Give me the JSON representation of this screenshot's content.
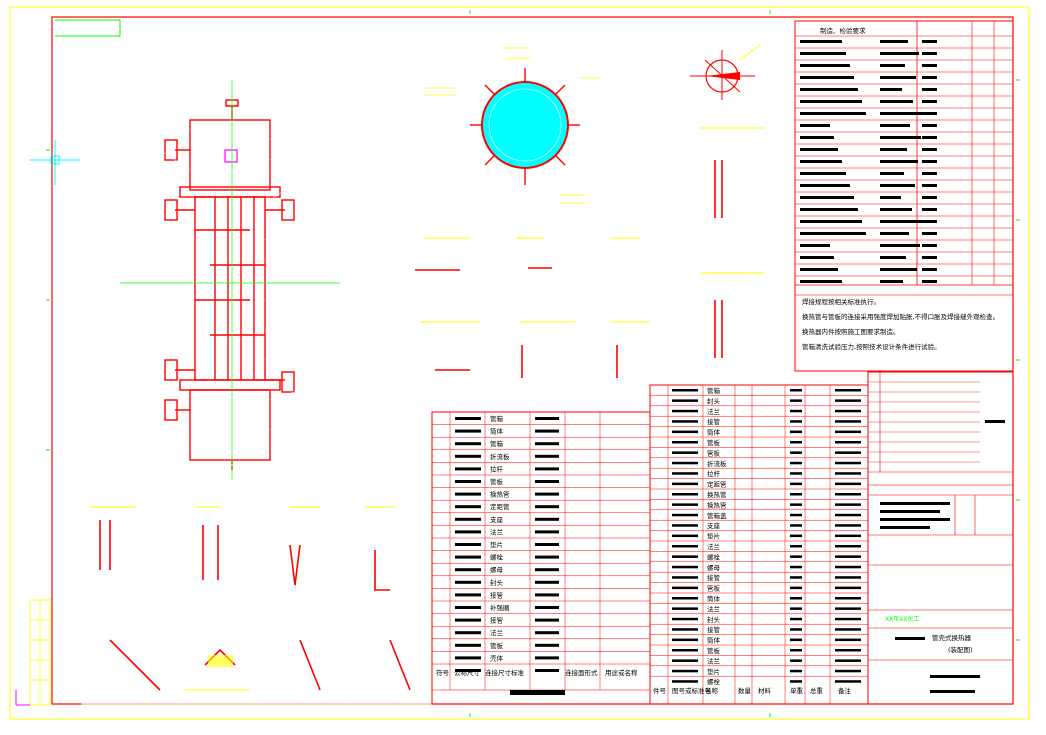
{
  "colors": {
    "background": "#ffffff",
    "frame": "#ff0000",
    "border": "#ffff00",
    "center_line": "#00ff00",
    "vessel": "#ff0000",
    "shell_fill": "#00ffff",
    "magenta": "#ff00ff",
    "black": "#000000"
  },
  "spec": {
    "title": "制造、检验要求",
    "notes": [
      "焊接规程按相关标准执行。",
      "换热管与管板的连接采用强度焊加贴胀,不得口胀及焊接缝外观检查。",
      "换热器内件按照施工图要求制造。",
      "管箱清洗试验压力,按照技术设计条件进行试验。"
    ]
  },
  "title_block": {
    "project": "XX年XX化工",
    "name": "管壳式换热器",
    "subtitle": "(装配图)"
  },
  "nozzle_table": {
    "headers": [
      "符号",
      "公称尺寸",
      "连接尺寸标准",
      "连接面形式",
      "用途或名称"
    ],
    "labels": [
      "管箱",
      "筒体",
      "管箱",
      "折流板",
      "拉杆",
      "管板",
      "换热管",
      "定距管",
      "支座",
      "法兰",
      "垫片",
      "螺栓",
      "螺母",
      "封头",
      "接管",
      "补强圈",
      "接管",
      "法兰",
      "管板",
      "壳体"
    ]
  },
  "parts_list": {
    "headers": [
      "件号",
      "图号或标准号",
      "名称",
      "数量",
      "材料",
      "单重",
      "总重",
      "备注"
    ],
    "labels": [
      "管箱",
      "封头",
      "法兰",
      "接管",
      "筒体",
      "管板",
      "管板",
      "折流板",
      "拉杆",
      "定距管",
      "换热管",
      "换热管",
      "管箱盖",
      "支座",
      "垫片",
      "法兰",
      "螺栓",
      "螺母",
      "接管",
      "管板",
      "筒体",
      "法兰",
      "封头",
      "接管",
      "筒体",
      "管板",
      "法兰",
      "垫片",
      "螺栓"
    ]
  }
}
